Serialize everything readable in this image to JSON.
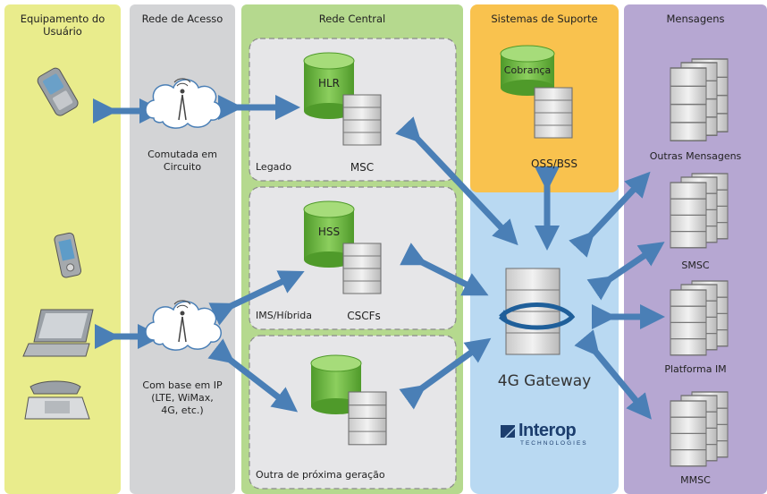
{
  "columns": {
    "user_equipment": "Equipamento do\nUsuário",
    "access_network": "Rede de Acesso",
    "core_network": "Rede Central",
    "support_systems": "Sistemas de Suporte",
    "messaging": "Mensagens"
  },
  "access": {
    "circuit": "Comutada em\nCircuito",
    "ip": "Com base em IP\n(LTE, WiMax,\n4G, etc.)"
  },
  "core": {
    "legacy_zone": "Legado",
    "ims_zone": "IMS/Híbrida",
    "nextgen_zone": "Outra de próxima geração",
    "hlr": "HLR",
    "msc": "MSC",
    "hss": "HSS",
    "cscfs": "CSCFs"
  },
  "support": {
    "billing": "Cobrança",
    "oss_bss": "OSS/BSS"
  },
  "gateway": {
    "label": "4G Gateway"
  },
  "messaging": {
    "other": "Outras Mensagens",
    "smsc": "SMSC",
    "im": "Platforma IM",
    "mmsc": "MMSC"
  },
  "logo": {
    "name": "Interop",
    "tagline": "TECHNOLOGIES"
  },
  "colors": {
    "user_col": "#e9ec8c",
    "access_col": "#d3d4d6",
    "core_col": "#b5d98e",
    "support_col": "#f9c24e",
    "gateway_col": "#b9d9f2",
    "messaging_col": "#b6a7d2",
    "arrow": "#4a7fb6",
    "database": "#6aae3c"
  }
}
